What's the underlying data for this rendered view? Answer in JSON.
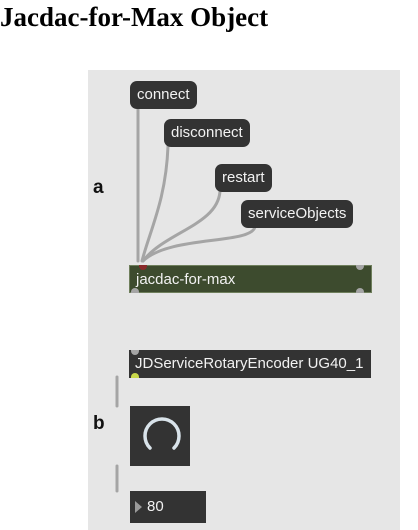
{
  "document": {
    "title": "Jacdac-for-Max Object"
  },
  "labels": {
    "a": "a",
    "b": "b"
  },
  "panel_a": {
    "messages": {
      "connect": "connect",
      "disconnect": "disconnect",
      "restart": "restart",
      "service_objects": "serviceObjects"
    },
    "object": "jacdac-for-max"
  },
  "panel_b": {
    "object": "JDServiceRotaryEncoder UG40_1",
    "dial": {
      "arc_color": "#d9e3ea"
    },
    "number_box": {
      "value": "80"
    }
  },
  "colors": {
    "patcher_background": "#e6e6e6",
    "box_background": "#333333",
    "jacdac_object_background": "#3d4b2e",
    "patch_cord": "#a5a5a5"
  }
}
